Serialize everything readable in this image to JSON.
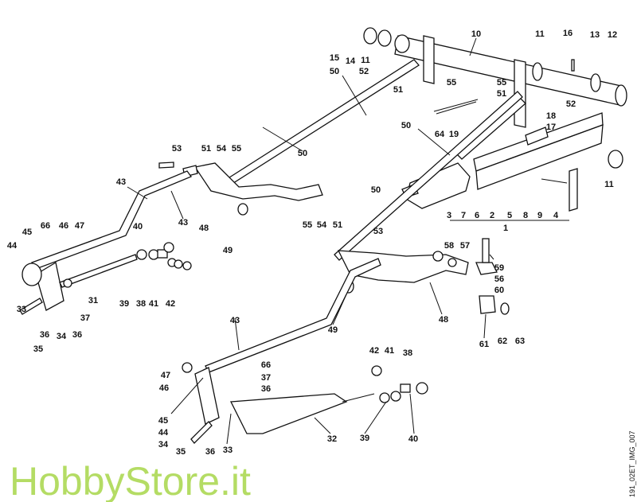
{
  "diagram": {
    "image_code": "191_02ET_IMG_007",
    "watermark": "HobbyStore.it",
    "part_labels": [
      "15",
      "14",
      "11",
      "52",
      "50",
      "51",
      "55",
      "10",
      "11",
      "16",
      "13",
      "12",
      "55",
      "51",
      "52",
      "64",
      "19",
      "18",
      "17",
      "50",
      "50",
      "11",
      "3",
      "7",
      "6",
      "2",
      "5",
      "8",
      "9",
      "4",
      "1",
      "50",
      "53",
      "51",
      "54",
      "55",
      "43",
      "43",
      "48",
      "49",
      "40",
      "66",
      "46",
      "47",
      "45",
      "44",
      "39",
      "38",
      "41",
      "42",
      "31",
      "37",
      "33",
      "36",
      "34",
      "36",
      "35",
      "55",
      "54",
      "51",
      "53",
      "58",
      "57",
      "59",
      "56",
      "60",
      "48",
      "49",
      "43",
      "61",
      "62",
      "63",
      "42",
      "41",
      "38",
      "47",
      "46",
      "66",
      "37",
      "36",
      "45",
      "44",
      "34",
      "35",
      "36",
      "33",
      "32",
      "39",
      "40"
    ]
  }
}
